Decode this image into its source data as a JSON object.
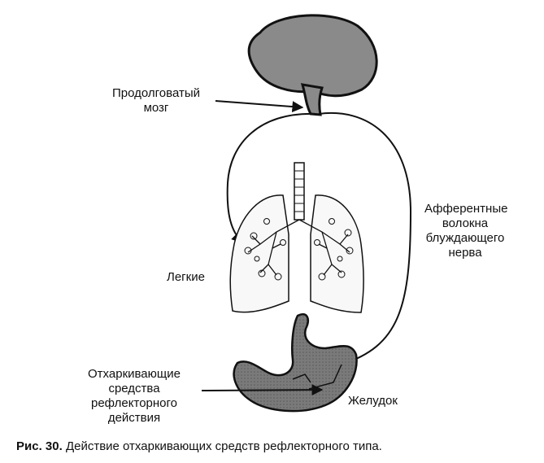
{
  "labels": {
    "medulla": [
      "Продолговатый",
      "мозг"
    ],
    "afferent": [
      "Афферентные",
      "волокна",
      "блуждающего",
      "нерва"
    ],
    "lungs": "Легкие",
    "expectorants": [
      "Отхаркивающие",
      "средства",
      "рефлекторного",
      "действия"
    ],
    "stomach": "Желудок"
  },
  "caption": {
    "number": "Рис. 30.",
    "text": "Действие отхаркивающих средств рефлекторного типа."
  }
}
